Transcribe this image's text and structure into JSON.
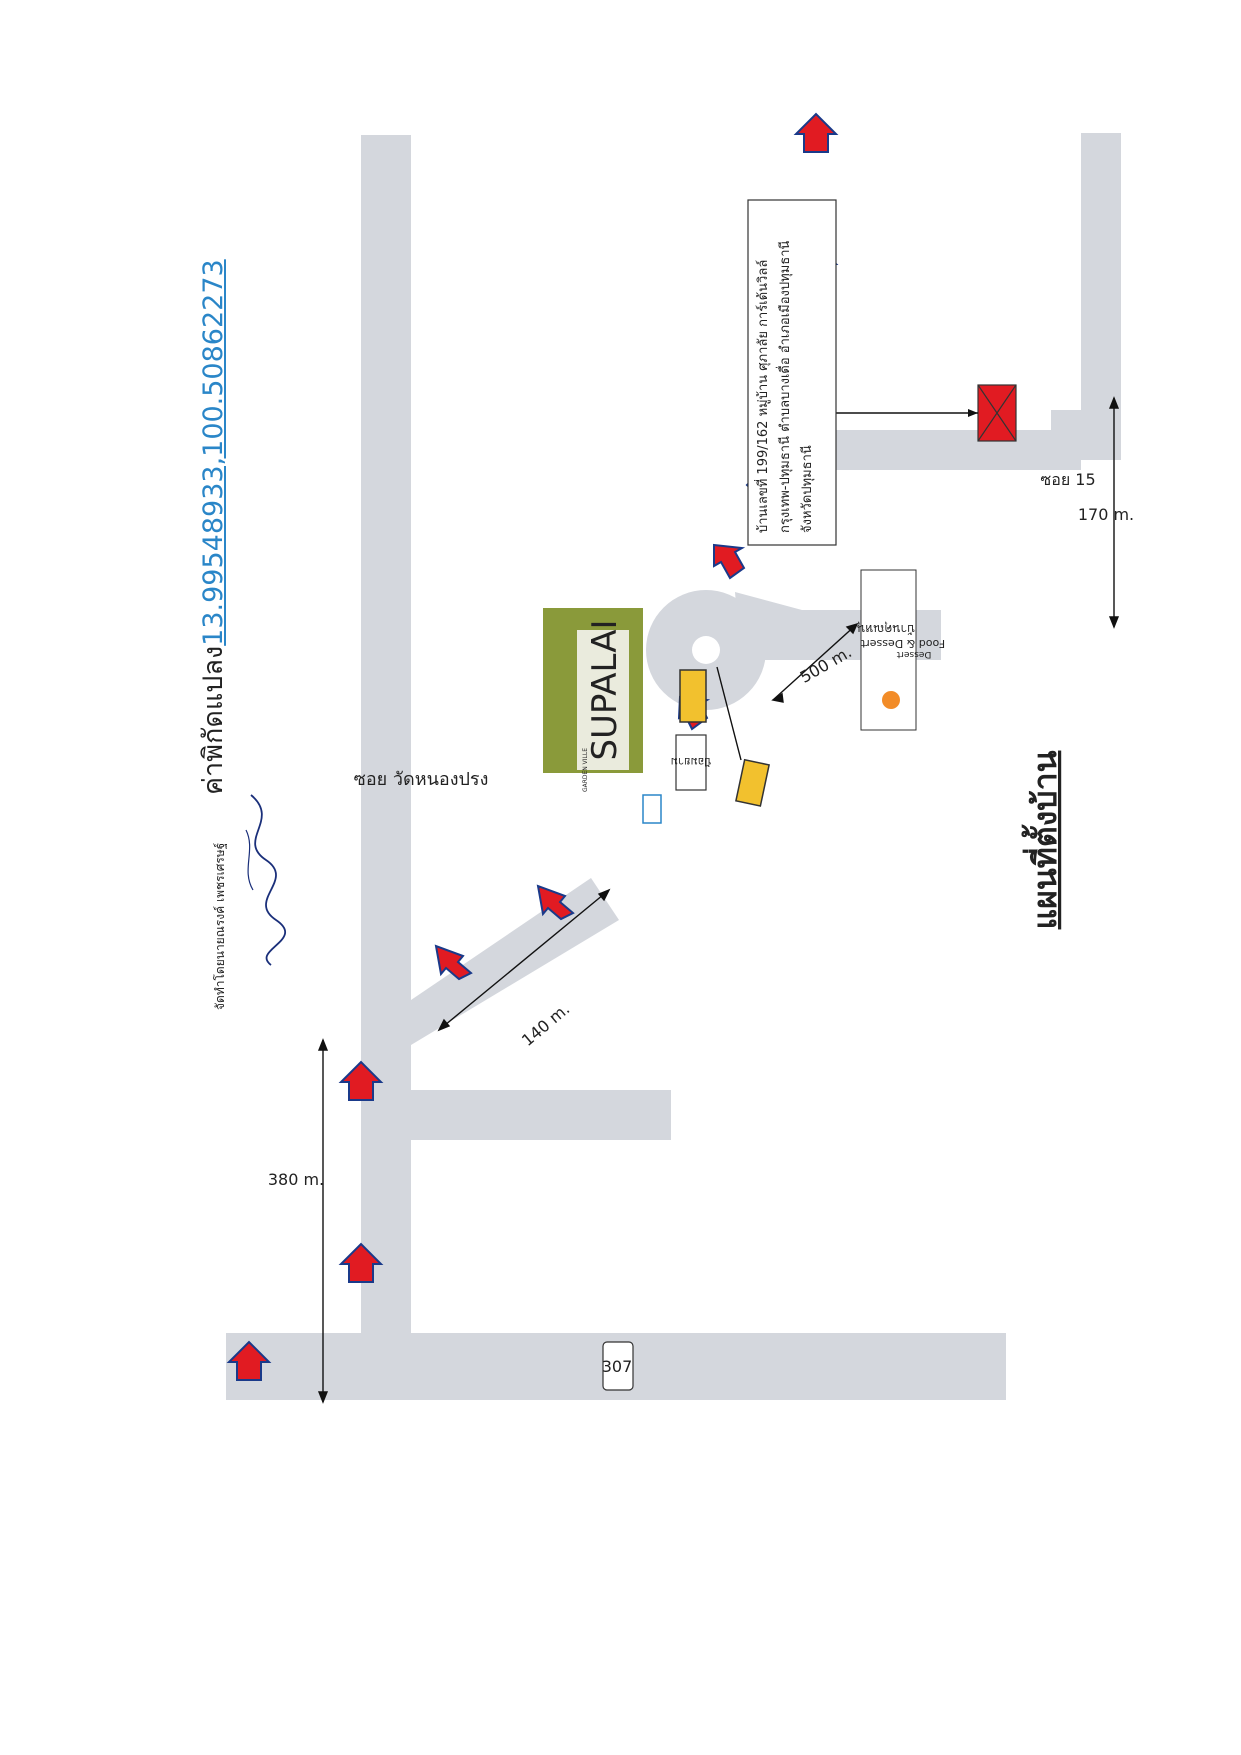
{
  "map": {
    "title": "แผนที่ตั้งบ้าน",
    "road_labels": {
      "main_soi": "ซอย วัดหนองปรง",
      "soi_15": "ซอย 15"
    },
    "route_number": "307",
    "distances": {
      "d380": "380 m.",
      "d140": "140 m.",
      "d500": "500 m.",
      "d170": "170 m."
    },
    "landmarks": {
      "supalai_sign": "SUPALAI",
      "supalai_sub": "GARDEN VILLE",
      "water_tank": "ป้อมยาม",
      "food_shop_thai": "บ้านคุณหนุ",
      "food_shop_en": "Food & Dessert",
      "food_shop_sub": "Dessert"
    },
    "address_box": {
      "line1": "บ้านเลขที่ 199/162 หมู่บ้าน ศุภาลัย การ์เด้นวิลล์",
      "line2": "กรุงเทพ-ปทุมธานี ตำบลบางเดื่อ อำเภอเมืองปทุมธานี",
      "line3": "จังหวัดปทุมธานี"
    },
    "footer": {
      "coords_prefix": "ค่าพิกัดแปลง",
      "coords_value": "13.99548933,100.50862273",
      "signer": "จัดทำโดยนายณรงค์ เพชรเศรษฐ์"
    },
    "colors": {
      "road": "#d4d7dd",
      "arrow": "#e11b22",
      "arrow_outline": "#1a3a8a",
      "speed_bump": "#f2c12e",
      "target_marker": "#e11b22",
      "link": "#2a86c8"
    }
  }
}
